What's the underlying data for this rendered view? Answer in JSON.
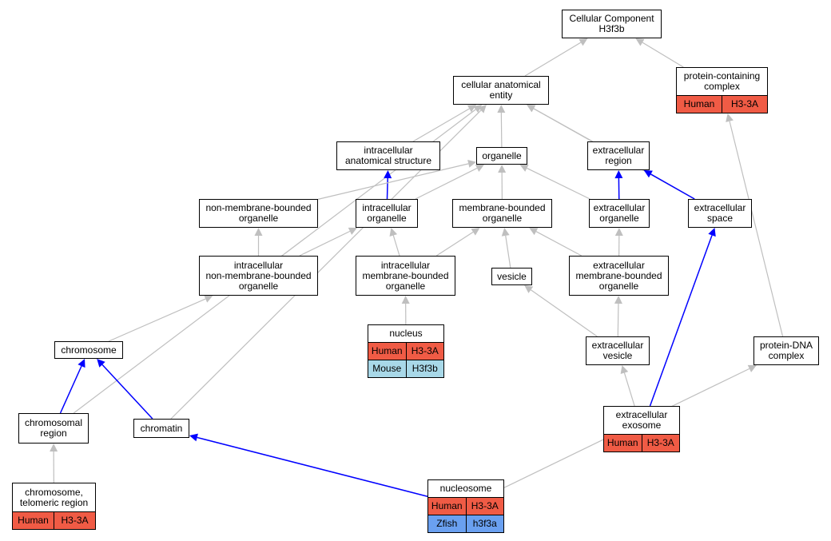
{
  "colors": {
    "edge_default": "#bfbfbf",
    "edge_highlight": "#0000ff",
    "human": "#f05b45",
    "mouse": "#a8d8e8",
    "zfish": "#6aa0f0"
  },
  "nodes": {
    "cellular_component": {
      "label": "Cellular Component\nH3f3b"
    },
    "cellular_anatomical_entity": {
      "label": "cellular anatomical\nentity"
    },
    "protein_containing_complex": {
      "label": "protein-containing\ncomplex",
      "species": [
        {
          "name": "Human",
          "gene": "H3-3A"
        }
      ]
    },
    "intracellular_anatomical_structure": {
      "label": "intracellular\nanatomical structure"
    },
    "organelle": {
      "label": "organelle"
    },
    "extracellular_region": {
      "label": "extracellular\nregion"
    },
    "non_membrane_bounded_organelle": {
      "label": "non-membrane-bounded\norganelle"
    },
    "intracellular_organelle": {
      "label": "intracellular\norganelle"
    },
    "membrane_bounded_organelle": {
      "label": "membrane-bounded\norganelle"
    },
    "extracellular_organelle": {
      "label": "extracellular\norganelle"
    },
    "extracellular_space": {
      "label": "extracellular\nspace"
    },
    "intracellular_non_membrane_bounded_organelle": {
      "label": "intracellular\nnon-membrane-bounded\norganelle"
    },
    "intracellular_membrane_bounded_organelle": {
      "label": "intracellular\nmembrane-bounded\norganelle"
    },
    "vesicle": {
      "label": "vesicle"
    },
    "extracellular_membrane_bounded_organelle": {
      "label": "extracellular\nmembrane-bounded\norganelle"
    },
    "nucleus": {
      "label": "nucleus",
      "species": [
        {
          "name": "Human",
          "gene": "H3-3A"
        },
        {
          "name": "Mouse",
          "gene": "H3f3b"
        }
      ]
    },
    "chromosome": {
      "label": "chromosome"
    },
    "extracellular_vesicle": {
      "label": "extracellular\nvesicle"
    },
    "protein_dna_complex": {
      "label": "protein-DNA\ncomplex"
    },
    "chromosomal_region": {
      "label": "chromosomal\nregion"
    },
    "chromatin": {
      "label": "chromatin"
    },
    "extracellular_exosome": {
      "label": "extracellular\nexosome",
      "species": [
        {
          "name": "Human",
          "gene": "H3-3A"
        }
      ]
    },
    "chromosome_telomeric_region": {
      "label": "chromosome,\ntelomeric region",
      "species": [
        {
          "name": "Human",
          "gene": "H3-3A"
        }
      ]
    },
    "nucleosome": {
      "label": "nucleosome",
      "species": [
        {
          "name": "Human",
          "gene": "H3-3A"
        },
        {
          "name": "Zfish",
          "gene": "h3f3a"
        }
      ]
    }
  },
  "edges": [
    {
      "from": "cellular_anatomical_entity",
      "to": "cellular_component",
      "highlight": false
    },
    {
      "from": "protein_containing_complex",
      "to": "cellular_component",
      "highlight": false
    },
    {
      "from": "intracellular_anatomical_structure",
      "to": "cellular_anatomical_entity",
      "highlight": false
    },
    {
      "from": "organelle",
      "to": "cellular_anatomical_entity",
      "highlight": false
    },
    {
      "from": "extracellular_region",
      "to": "cellular_anatomical_entity",
      "highlight": false
    },
    {
      "from": "extracellular_space",
      "to": "cellular_anatomical_entity",
      "highlight": false
    },
    {
      "from": "chromosomal_region",
      "to": "cellular_anatomical_entity",
      "highlight": false
    },
    {
      "from": "chromatin",
      "to": "cellular_anatomical_entity",
      "highlight": false
    },
    {
      "from": "intracellular_organelle",
      "to": "intracellular_anatomical_structure",
      "highlight": true
    },
    {
      "from": "non_membrane_bounded_organelle",
      "to": "organelle",
      "highlight": false
    },
    {
      "from": "intracellular_organelle",
      "to": "organelle",
      "highlight": false
    },
    {
      "from": "membrane_bounded_organelle",
      "to": "organelle",
      "highlight": false
    },
    {
      "from": "extracellular_organelle",
      "to": "organelle",
      "highlight": false
    },
    {
      "from": "extracellular_organelle",
      "to": "extracellular_region",
      "highlight": true
    },
    {
      "from": "extracellular_space",
      "to": "extracellular_region",
      "highlight": true
    },
    {
      "from": "intracellular_non_membrane_bounded_organelle",
      "to": "non_membrane_bounded_organelle",
      "highlight": false
    },
    {
      "from": "intracellular_non_membrane_bounded_organelle",
      "to": "intracellular_organelle",
      "highlight": false
    },
    {
      "from": "intracellular_membrane_bounded_organelle",
      "to": "intracellular_organelle",
      "highlight": false
    },
    {
      "from": "intracellular_membrane_bounded_organelle",
      "to": "membrane_bounded_organelle",
      "highlight": false
    },
    {
      "from": "vesicle",
      "to": "membrane_bounded_organelle",
      "highlight": false
    },
    {
      "from": "extracellular_membrane_bounded_organelle",
      "to": "membrane_bounded_organelle",
      "highlight": false
    },
    {
      "from": "extracellular_membrane_bounded_organelle",
      "to": "extracellular_organelle",
      "highlight": false
    },
    {
      "from": "nucleus",
      "to": "intracellular_membrane_bounded_organelle",
      "highlight": false
    },
    {
      "from": "chromosome",
      "to": "intracellular_non_membrane_bounded_organelle",
      "highlight": false
    },
    {
      "from": "extracellular_vesicle",
      "to": "vesicle",
      "highlight": false
    },
    {
      "from": "extracellular_vesicle",
      "to": "extracellular_membrane_bounded_organelle",
      "highlight": false
    },
    {
      "from": "extracellular_exosome",
      "to": "extracellular_vesicle",
      "highlight": false
    },
    {
      "from": "extracellular_exosome",
      "to": "extracellular_space",
      "highlight": true
    },
    {
      "from": "chromosomal_region",
      "to": "chromosome",
      "highlight": true
    },
    {
      "from": "chromatin",
      "to": "chromosome",
      "highlight": true
    },
    {
      "from": "chromosome_telomeric_region",
      "to": "chromosomal_region",
      "highlight": false
    },
    {
      "from": "nucleosome",
      "to": "chromatin",
      "highlight": true
    },
    {
      "from": "nucleosome",
      "to": "protein_dna_complex",
      "highlight": false
    },
    {
      "from": "protein_dna_complex",
      "to": "protein_containing_complex",
      "highlight": false
    }
  ]
}
